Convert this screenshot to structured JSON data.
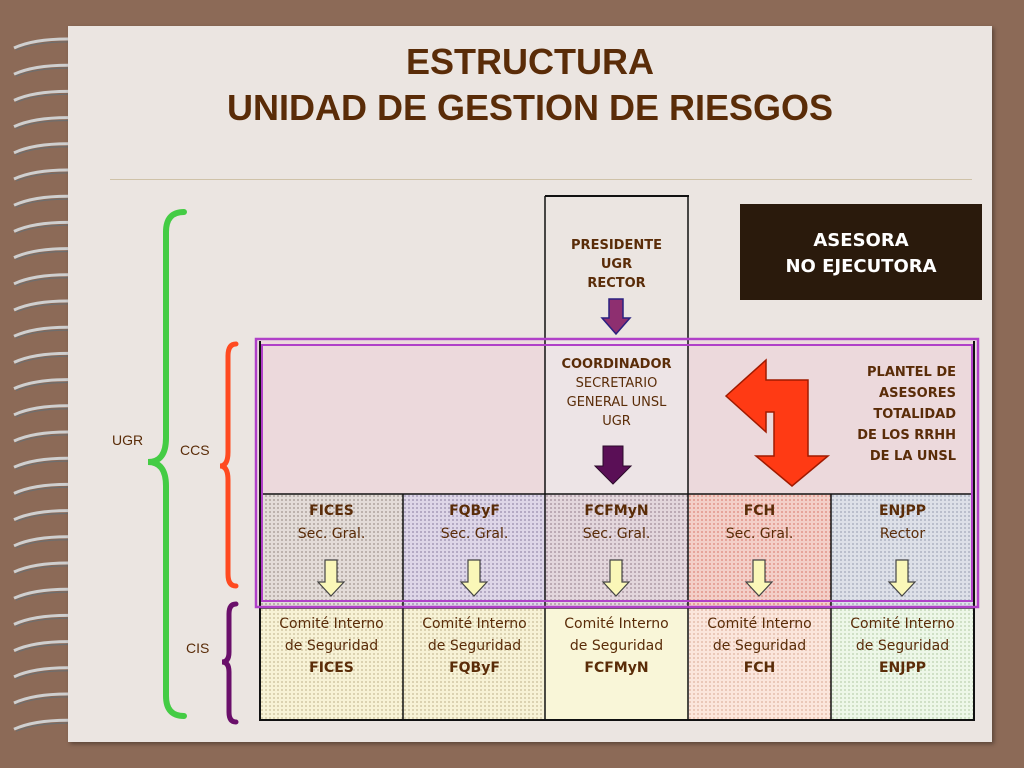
{
  "title": {
    "line1": "ESTRUCTURA",
    "line2": "UNIDAD DE GESTION DE RIESGOS"
  },
  "side_labels": {
    "ugr": "UGR",
    "ccs": "CCS",
    "cis": "CIS"
  },
  "asesora": {
    "line1": "ASESORA",
    "line2": "NO EJECUTORA"
  },
  "presidente": {
    "line1": "PRESIDENTE",
    "line2": "UGR",
    "line3": "RECTOR"
  },
  "coordinador": {
    "line1": "COORDINADOR",
    "line2": "SECRETARIO",
    "line3": "GENERAL UNSL",
    "line4": "UGR"
  },
  "plantel": {
    "line1": "PLANTEL DE",
    "line2": "ASESORES",
    "line3": "TOTALIDAD",
    "line4": "DE LOS RRHH",
    "line5": "DE LA UNSL"
  },
  "units": [
    {
      "name": "FICES",
      "role": "Sec. Gral.",
      "comite1": "Comité Interno",
      "comite2": "de Seguridad",
      "comite3": "FICES"
    },
    {
      "name": "FQByF",
      "role": "Sec. Gral.",
      "comite1": "Comité Interno",
      "comite2": "de Seguridad",
      "comite3": "FQByF"
    },
    {
      "name": "FCFMyN",
      "role": "Sec. Gral.",
      "comite1": "Comité Interno",
      "comite2": "de Seguridad",
      "comite3": "FCFMyN"
    },
    {
      "name": "FCH",
      "role": "Sec. Gral.",
      "comite1": "Comité Interno",
      "comite2": "de Seguridad",
      "comite3": "FCH"
    },
    {
      "name": "ENJPP",
      "role": "Rector",
      "comite1": "Comité Interno",
      "comite2": "de Seguridad",
      "comite3": "ENJPP"
    }
  ],
  "colors": {
    "title": "#5a2c08",
    "ugr_brace": "#44cc44",
    "ccs_brace": "#ff4a20",
    "cis_brace": "#6a0f6a",
    "ccs_frame": "#b040c8",
    "plantel_arrow": "#ff3a14",
    "asesora_box": "#2a1a0c"
  }
}
